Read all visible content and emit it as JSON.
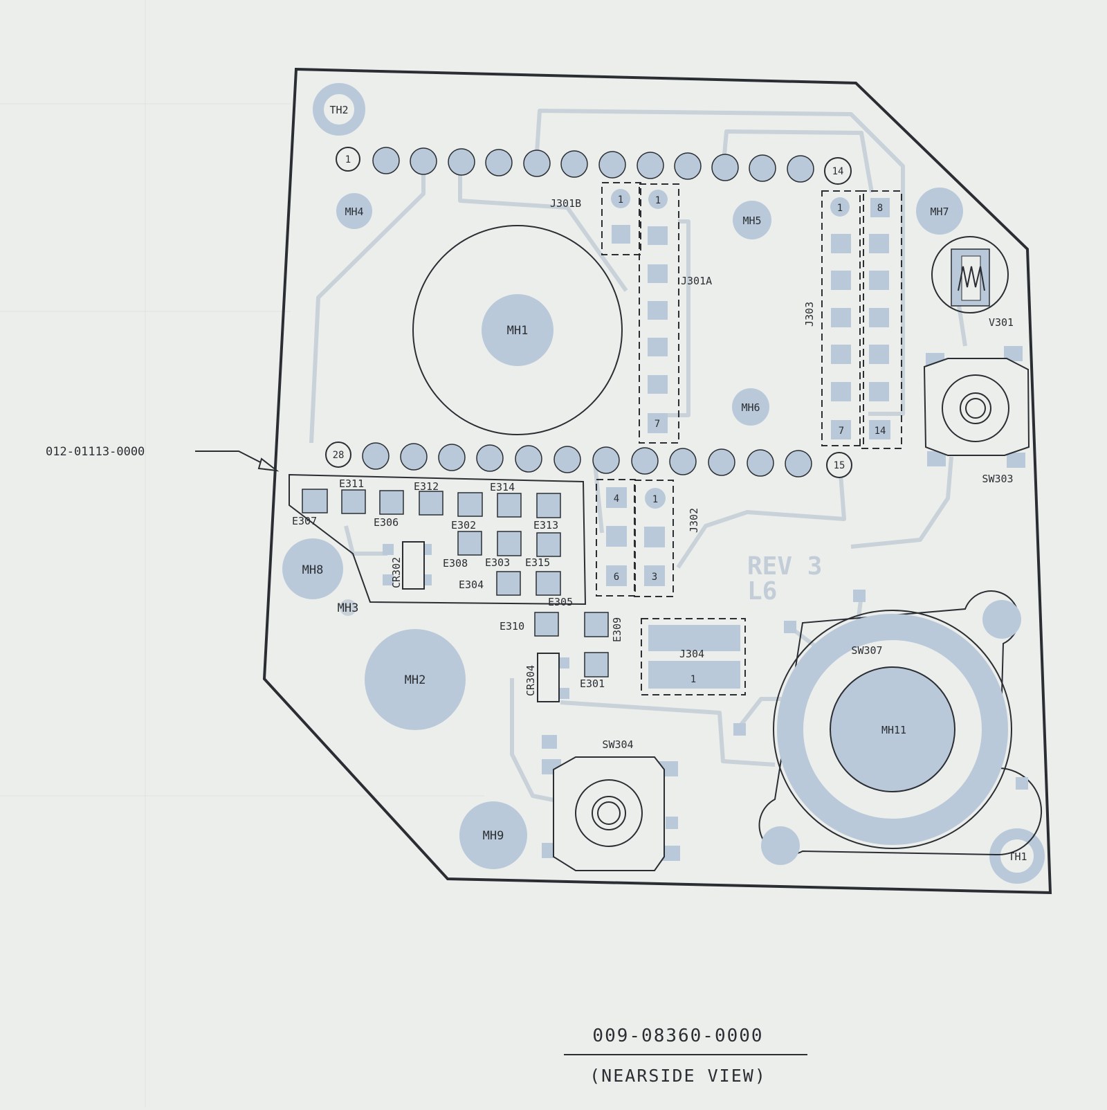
{
  "drawing": {
    "part_callout": "012-01113-0000",
    "drawing_number": "009-08360-0000",
    "view_label": "(NEARSIDE VIEW)",
    "revision": "REV 3",
    "layer": "L6"
  },
  "colors": {
    "pad_fill": "#b9c9d9",
    "trace": "#c9d1d9",
    "outline": "#2a2e33",
    "paper": "#eceeeb",
    "rev_text": "#c2cdd8"
  },
  "holes": {
    "th2": "TH2",
    "th1": "TH1",
    "mh1": "MH1",
    "mh2": "MH2",
    "mh3": "MH3",
    "mh4": "MH4",
    "mh5": "MH5",
    "mh6": "MH6",
    "mh7": "MH7",
    "mh8": "MH8",
    "mh9": "MH9",
    "mh11": "MH11"
  },
  "header_top": {
    "first_pin": "1",
    "last_pin": "14"
  },
  "header_bottom": {
    "first_pin": "28",
    "last_pin": "15"
  },
  "connectors": {
    "j301b": {
      "name": "J301B",
      "pin": "1"
    },
    "j301a": {
      "name": "J301A",
      "first_pin": "1",
      "last_pin": "7"
    },
    "j303": {
      "name": "J303",
      "pins": [
        "1",
        "8",
        "7",
        "14"
      ]
    },
    "j302": {
      "name": "J302",
      "pins": [
        "4",
        "1",
        "6",
        "3"
      ]
    },
    "j304": {
      "name": "J304",
      "pin": "1"
    }
  },
  "components": {
    "v301": "V301",
    "sw303": "SW303",
    "sw304": "SW304",
    "sw307": "SW307",
    "cr302": "CR302",
    "cr304": "CR304"
  },
  "test_points": {
    "e307": "E307",
    "e311": "E311",
    "e306": "E306",
    "e312": "E312",
    "e302": "E302",
    "e314": "E314",
    "e313": "E313",
    "e308": "E308",
    "e303": "E303",
    "e315": "E315",
    "e304": "E304",
    "e305": "E305",
    "e310": "E310",
    "e309": "E309",
    "e301": "E301"
  }
}
